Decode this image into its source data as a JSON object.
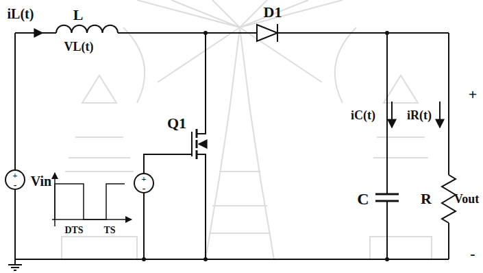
{
  "diagram": {
    "labels": [
      "iL(t)",
      "L",
      "VL(t)",
      "D1",
      "iC(t)",
      "iR(t)",
      "+",
      "Q1",
      "C",
      "R",
      "Vout",
      "+",
      "-",
      "Vin",
      "+",
      "-",
      "-",
      "DTS",
      "TS"
    ]
  }
}
